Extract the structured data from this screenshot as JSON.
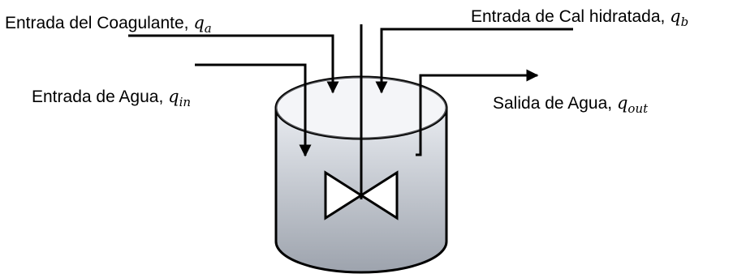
{
  "diagram": {
    "labels": {
      "coagulant": {
        "text": "Entrada del Coagulante,",
        "var": "q",
        "sub": "a"
      },
      "lime": {
        "text": "Entrada de Cal hidratada,",
        "var": "q",
        "sub": "b"
      },
      "water_in": {
        "text": "Entrada de Agua,",
        "var": "q",
        "sub": "in"
      },
      "water_out": {
        "text": "Salida de Agua,",
        "var": "q",
        "sub": "out"
      }
    },
    "colors": {
      "line": "#000000",
      "tank_fill_top": "#e9ecf1",
      "tank_fill_bottom": "#9da3ad",
      "valve_fill": "#ffffff"
    }
  }
}
